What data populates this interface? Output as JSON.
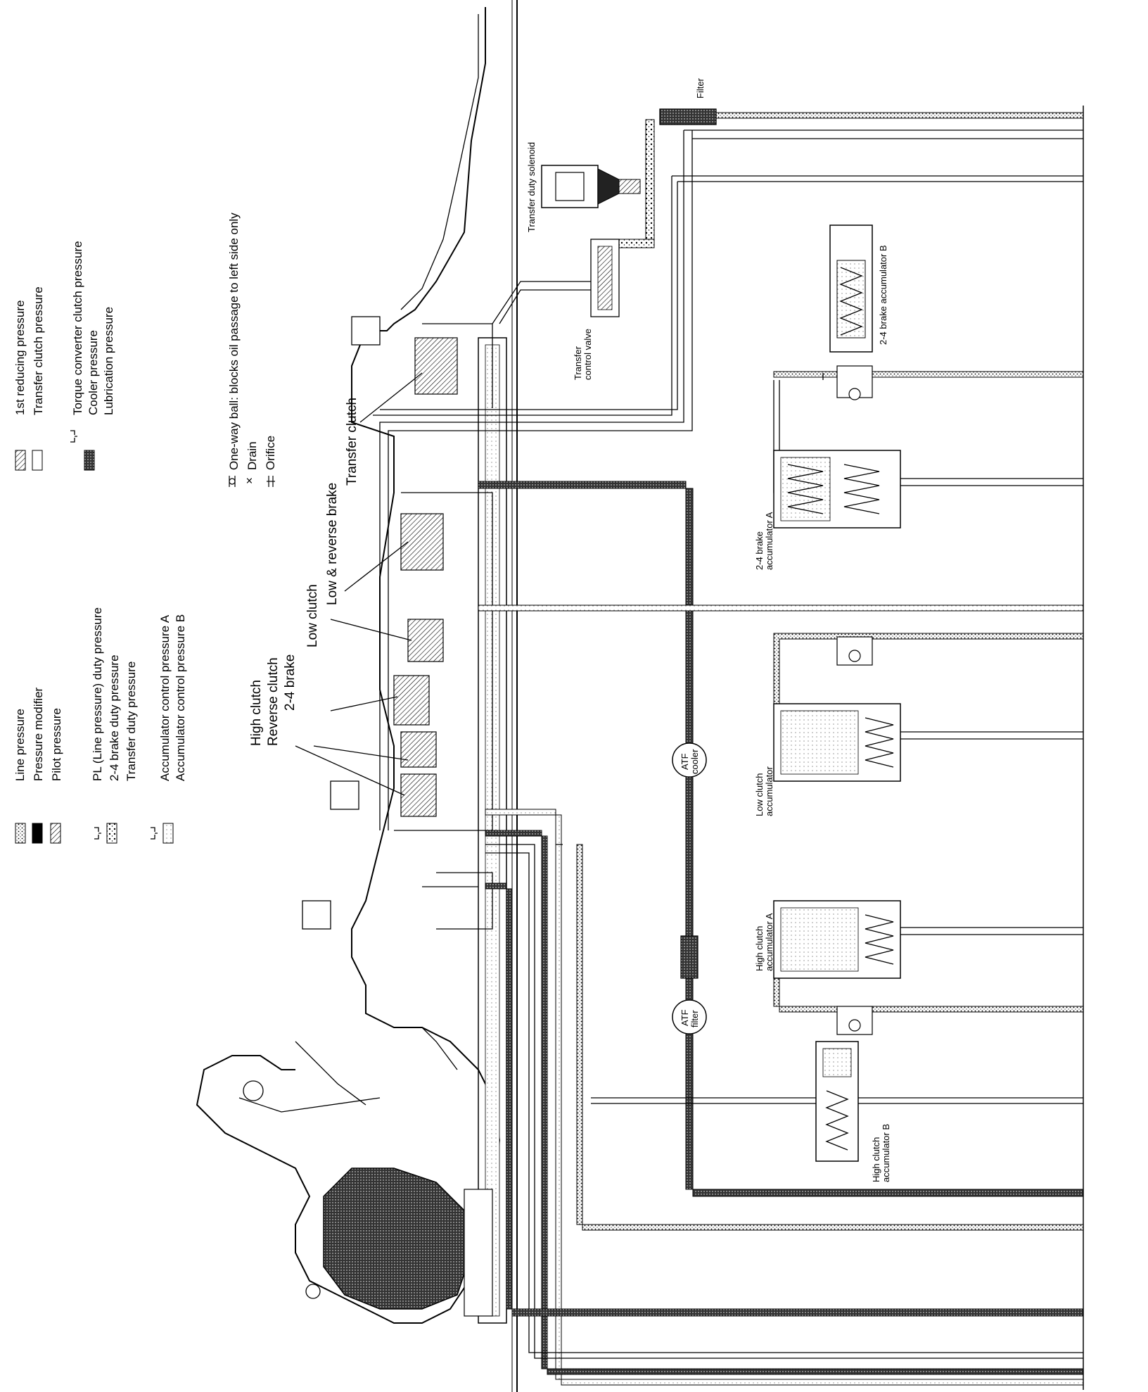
{
  "legend": {
    "col1": [
      "Line pressure",
      "Pressure modifier",
      "Pilot pressure"
    ],
    "col1_group": [
      "PL (Line pressure) duty pressure",
      "2-4 brake duty pressure",
      "Transfer duty pressure"
    ],
    "col1_group2": [
      "Accumulator control pressure A",
      "Accumulator control pressure B"
    ],
    "col2": [
      "1st reducing pressure",
      "Transfer clutch pressure"
    ],
    "col2_group": [
      "Torque converter clutch pressure",
      "Cooler pressure",
      "Lubrication pressure"
    ],
    "symbols": [
      "One-way ball: blocks oil passage to left side only",
      "Drain",
      "Orifice"
    ],
    "drain_symbol": "×"
  },
  "clutch_labels": [
    "High clutch",
    "Reverse clutch",
    "2-4 brake",
    "Low clutch",
    "Low & reverse brake",
    "Transfer clutch"
  ],
  "components": {
    "transfer_control_valve": [
      "Transfer",
      "control valve"
    ],
    "transfer_duty_solenoid": "Transfer duty solenoid",
    "filter": "Filter",
    "brake_24_acc_b": "2-4 brake accumulator B",
    "brake_24_acc_a": [
      "2-4 brake",
      "accumulator A"
    ],
    "low_clutch_acc": [
      "Low clutch",
      "accumulator"
    ],
    "high_clutch_acc_a": [
      "High clutch",
      "accumulator A"
    ],
    "high_clutch_acc_b": [
      "High clutch",
      "accumulator B"
    ],
    "atf_cooler": [
      "ATF",
      "cooler"
    ],
    "atf_filter": [
      "ATF",
      "filter"
    ]
  }
}
